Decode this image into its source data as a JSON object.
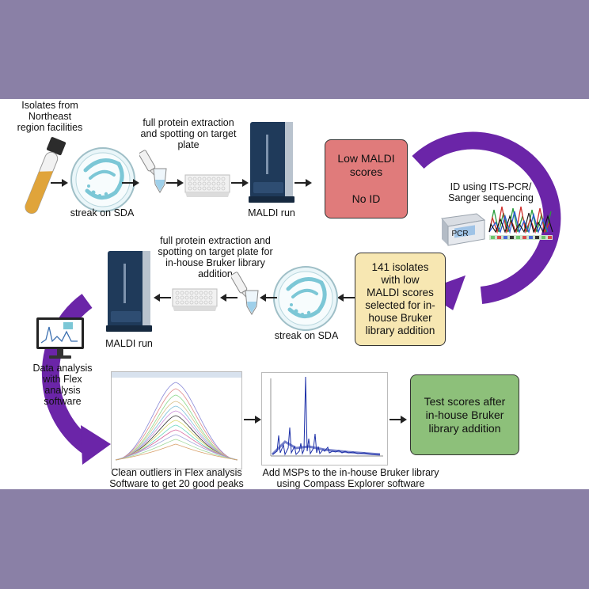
{
  "row1": {
    "isolates_label": "Isolates from\nNortheast\nregion facilities",
    "streak_label": "streak on SDA",
    "extraction_label": "full protein extraction\nand spotting on target\nplate",
    "maldi_label": "MALDI run",
    "low_scores_box": "Low MALDI\nscores\n\nNo ID",
    "its_label": "ID using ITS-PCR/\nSanger sequencing",
    "pcr_text": "PCR"
  },
  "row2": {
    "selected_box": "141 isolates\nwith low\nMALDI scores\nselected for in-\nhouse Bruker\nlibrary addition",
    "streak_label": "streak on SDA",
    "extraction_label": "full protein extraction and\nspotting on target plate for\nin-house Bruker library\naddition",
    "maldi_label": "MALDI run"
  },
  "row3": {
    "data_analysis_label": "Data analysis\nwith Flex\nanalysis\nsoftware",
    "clean_label": "Clean outliers in Flex analysis\nSoftware to get 20 good peaks",
    "msp_label": "Add MSPs to the in-house Bruker library\nusing Compass Explorer software",
    "test_box": "Test scores after\nin-house Bruker\nlibrary addition"
  },
  "colors": {
    "background": "#8a80a6",
    "cycle_arrow": "#6b25a8",
    "low_scores_fill": "#e07b7b",
    "selected_fill": "#f7e7b2",
    "test_fill": "#8dc07a",
    "instrument": "#1f3a5a",
    "culture": "#7cc7d6"
  }
}
